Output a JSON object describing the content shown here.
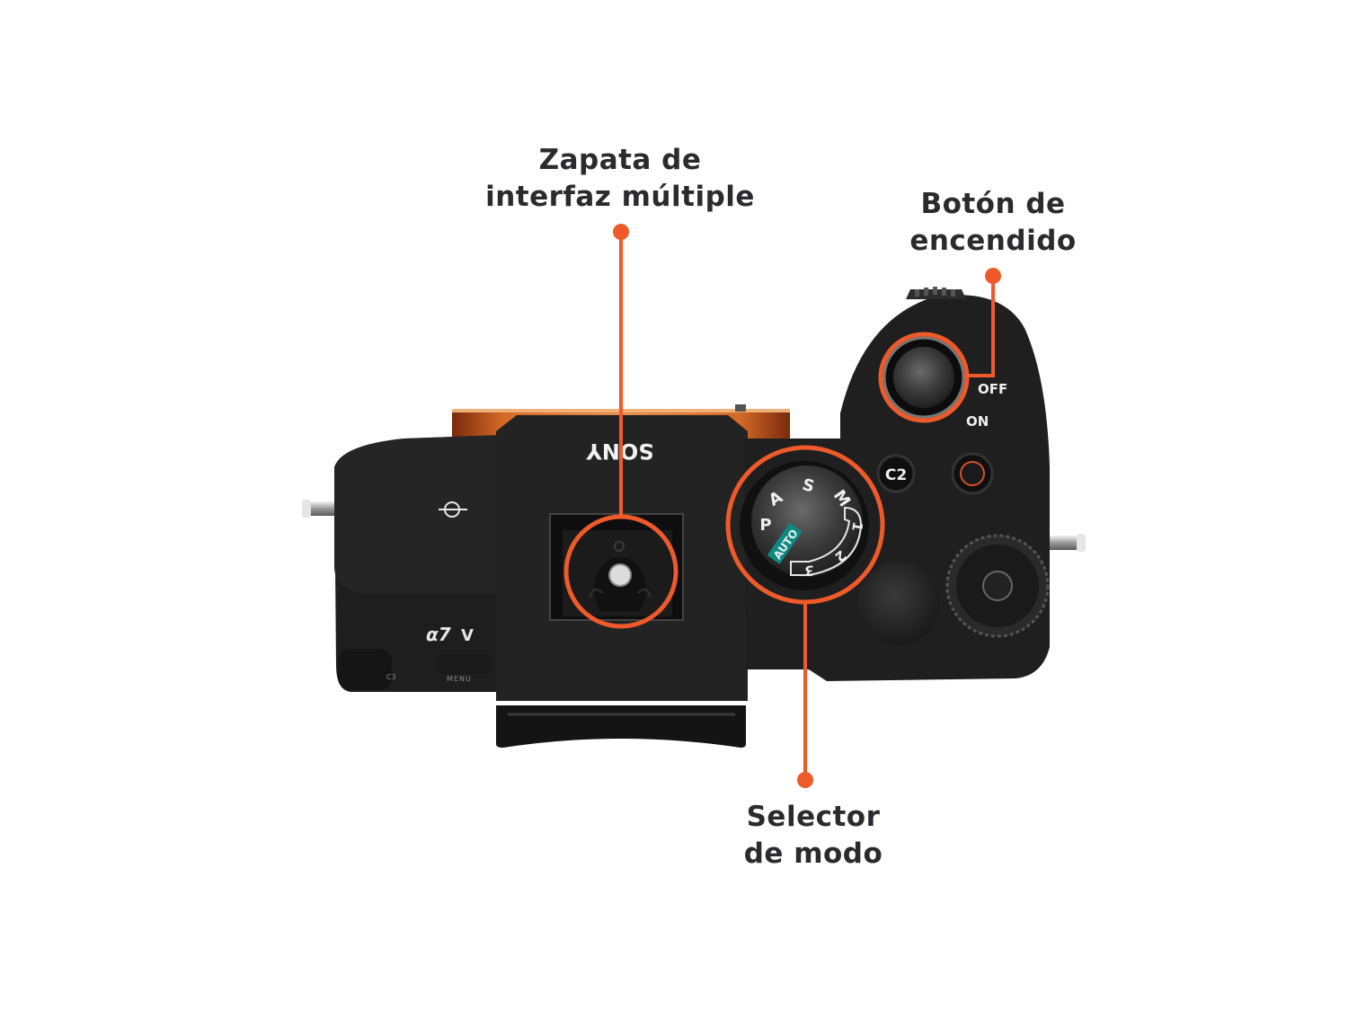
{
  "diagram": {
    "subject": "Sony α7 V camera, top view",
    "accent_color": "#ee5a2a",
    "body_color": "#1c1c1c",
    "mount_color": "#c4561a",
    "callouts": [
      {
        "id": "multi-interface-shoe",
        "line1": "Zapata de",
        "line2": "interfaz múltiple"
      },
      {
        "id": "power-button",
        "line1": "Botón de",
        "line2": "encendido"
      },
      {
        "id": "mode-dial",
        "line1": "Selector",
        "line2": "de modo"
      }
    ],
    "camera_markings": {
      "brand": "SONY",
      "model_prefix": "α7",
      "model_suffix": "V",
      "power_off": "OFF",
      "power_on": "ON",
      "custom_button": "C2",
      "menu_button": "MENU",
      "c3_button": "C3",
      "mode_dial": {
        "modes": [
          "P",
          "A",
          "S",
          "M",
          "1",
          "2",
          "3"
        ],
        "auto_badge": "AUTO",
        "auto_badge_color": "#0e8a83"
      }
    }
  }
}
